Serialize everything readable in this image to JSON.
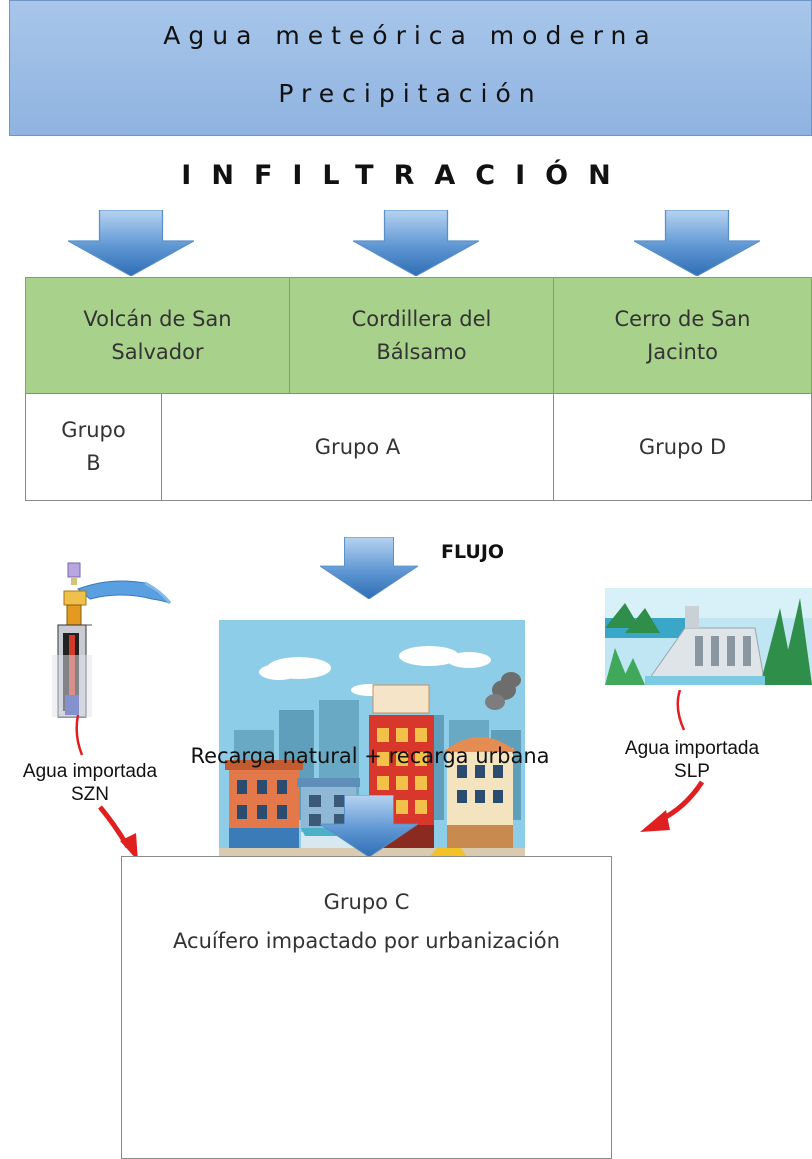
{
  "header": {
    "line1": "Agua meteórica moderna",
    "line2": "Precipitación"
  },
  "infiltration_label": "INFILTRACIÓN",
  "table": {
    "regions": [
      "Volcán de San Salvador",
      "Cordillera del Bálsamo",
      "Cerro de San Jacinto"
    ],
    "groups": [
      "Grupo B",
      "Grupo A",
      "Grupo D"
    ]
  },
  "flow_label": "FLUJO",
  "left_source": {
    "line1": "Agua importada",
    "line2": "SZN"
  },
  "right_source": {
    "line1": "Agua importada",
    "line2": "SLP"
  },
  "recharge_label": "Recarga natural + recarga urbana",
  "bottom_box": {
    "line1": "Grupo C",
    "line2": "Acuífero impactado por urbanización"
  },
  "colors": {
    "header_fill": "#9dbde6",
    "table_header_fill": "#a8d28c",
    "arrow_fill": "#4f86c6",
    "red_arrow": "#e02020"
  }
}
